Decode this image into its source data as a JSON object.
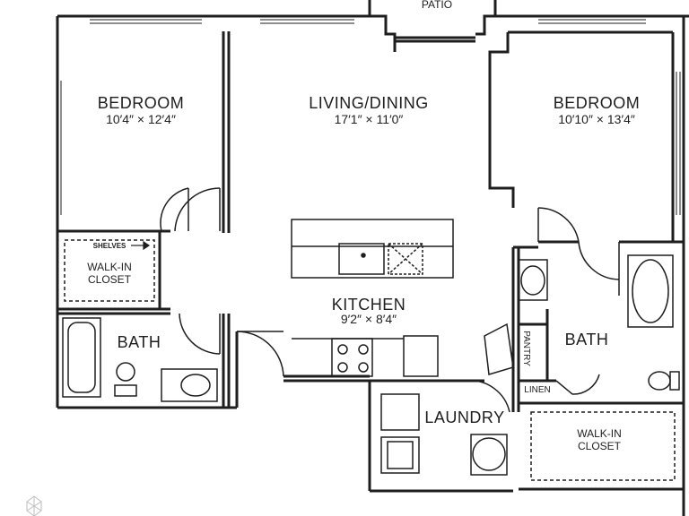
{
  "floor_plan": {
    "patio": "PATIO",
    "bedroom_left": {
      "name": "BEDROOM",
      "dims": "10′4″ × 12′4″"
    },
    "living_dining": {
      "name": "LIVING/DINING",
      "dims": "17′1″ × 11′0″"
    },
    "bedroom_right": {
      "name": "BEDROOM",
      "dims": "10′10″ × 13′4″"
    },
    "shelves": "SHELVES",
    "walkin_left": {
      "line1": "WALK-IN",
      "line2": "CLOSET"
    },
    "bath_left": "BATH",
    "kitchen": {
      "name": "KITCHEN",
      "dims": "9′2″ × 8′4″"
    },
    "pantry": "PANTRY",
    "bath_right": "BATH",
    "linen": "LINEN",
    "laundry": "LAUNDRY",
    "walkin_right": {
      "line1": "WALK-IN",
      "line2": "CLOSET"
    }
  }
}
